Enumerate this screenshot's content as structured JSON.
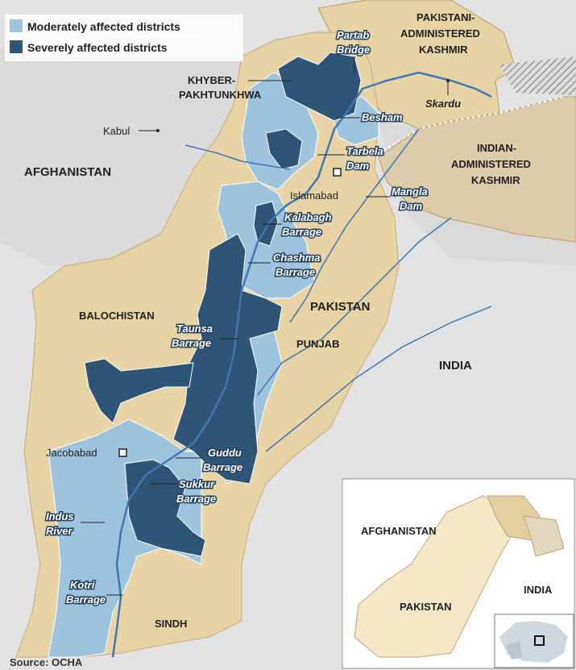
{
  "legend": {
    "moderate_label": "Moderately affected districts",
    "severe_label": "Severely affected districts"
  },
  "colors": {
    "moderate": "#9ec4dd",
    "severe": "#2e5476",
    "province": "#e8d3a5",
    "kashmir": "#ddccaa",
    "background": "#e4e4e4",
    "river": "#3c78b4"
  },
  "labels": {
    "pak_kashmir": [
      "PAKISTANI-",
      "ADMINISTERED",
      "KASHMIR"
    ],
    "ind_kashmir": [
      "INDIAN-",
      "ADMINISTERED",
      "KASHMIR"
    ],
    "kp": [
      "KHYBER-",
      "PAKHTUNKHWA"
    ],
    "afghanistan": "AFGHANISTAN",
    "kabul": "Kabul",
    "islamabad": "Islamabad",
    "balochistan": "BALOCHISTAN",
    "pakistan": "PAKISTAN",
    "punjab": "PUNJAB",
    "india": "INDIA",
    "jacobabad": "Jacobabad",
    "sindh": "SINDH",
    "skardu": "Skardu",
    "source": "Source: OCHA"
  },
  "features": {
    "partab": [
      "Partab",
      "Bridge"
    ],
    "besham": "Besham",
    "tarbela": [
      "Tarbela",
      "Dam"
    ],
    "mangla": [
      "Mangla",
      "Dam"
    ],
    "kalabagh": [
      "Kalabagh",
      "Barrage"
    ],
    "chashma": [
      "Chashma",
      "Barrage"
    ],
    "taunsa": [
      "Taunsa",
      "Barrage"
    ],
    "guddu": [
      "Guddu",
      "Barrage"
    ],
    "sukkur": [
      "Sukkur",
      "Barrage"
    ],
    "indus": [
      "Indus",
      "River"
    ],
    "kotri": [
      "Kotri",
      "Barrage"
    ]
  },
  "inset": {
    "afghanistan": "AFGHANISTAN",
    "pakistan": "PAKISTAN",
    "india": "INDIA"
  }
}
